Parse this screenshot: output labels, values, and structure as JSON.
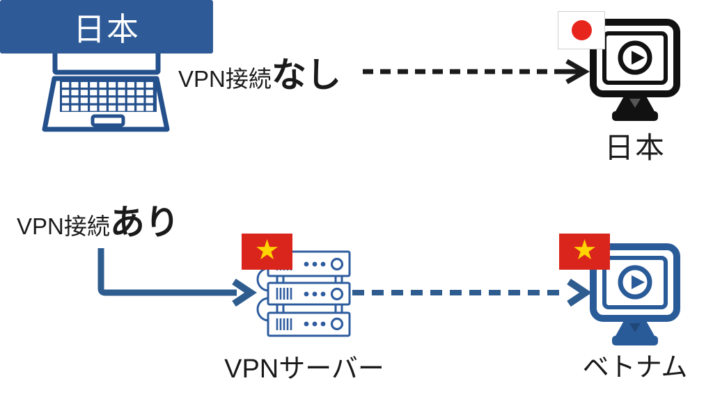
{
  "colors": {
    "diagram_blue": "#2E5C8F",
    "banner_blue": "#2E5B97",
    "icon_black": "#1A1A1A",
    "japan_flag_red": "#E8251D",
    "vietnam_flag_red": "#DA251D",
    "vietnam_star_yellow": "#FFD400"
  },
  "client": {
    "icon": "laptop-icon",
    "country_banner": "日本"
  },
  "no_vpn_path": {
    "label_prefix": "VPN接続",
    "label_emphasis": "なし",
    "arrow_style": "black-dashed",
    "destination": {
      "flag_icon": "japan-flag",
      "icon": "media-player-monitor-icon",
      "country_label": "日本"
    }
  },
  "vpn_path": {
    "label_prefix": "VPN接続",
    "label_emphasis": "あり",
    "arrow_style": "blue-solid-then-blue-dashed",
    "server": {
      "flag_icon": "vietnam-flag",
      "icon": "server-rack-icon",
      "label": "VPNサーバー"
    },
    "destination": {
      "flag_icon": "vietnam-flag",
      "icon": "media-player-monitor-icon",
      "country_label": "ベトナム"
    }
  },
  "glyphs": {
    "star": "★"
  }
}
